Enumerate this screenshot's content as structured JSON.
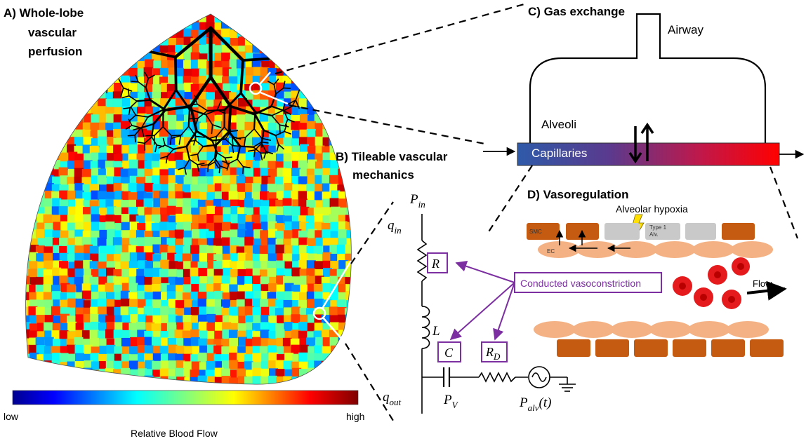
{
  "panel_a": {
    "title_line1": "A) Whole-lobe",
    "title_line2": "vascular",
    "title_line3": "perfusion"
  },
  "colorbar": {
    "low_label": "low",
    "high_label": "high",
    "caption": "Relative Blood Flow"
  },
  "panel_b": {
    "title_line1": "B) Tileable vascular",
    "title_line2": "mechanics",
    "p_in": "P",
    "p_in_sub": "in",
    "q_in": "q",
    "q_in_sub": "in",
    "q_out": "q",
    "q_out_sub": "out",
    "r_label": "R",
    "l_label": "L",
    "c_label": "C",
    "rd_label": "R",
    "rd_sub": "D",
    "pv_label": "P",
    "pv_sub": "V",
    "palv_label": "P",
    "palv_sub": "alv",
    "palv_arg": "(t)",
    "callout": "Conducted vasoconstriction"
  },
  "panel_c": {
    "title": "C) Gas exchange",
    "airway": "Airway",
    "alveoli": "Alveoli",
    "capillaries": "Capillaries"
  },
  "panel_d": {
    "title": "D) Vasoregulation",
    "hypoxia": "Alveolar hypoxia",
    "smc": "SMC",
    "ec": "EC",
    "type1_line1": "Type 1",
    "type1_line2": "Alv.",
    "flow": "Flow"
  },
  "colors": {
    "purple": "#7b2fa0",
    "smc_brown": "#c55a11",
    "ec_peach": "#f4b183",
    "alv_grey": "#c9c9c9",
    "rbc_red": "#e41a1c",
    "cap_blue": "#2e5aa8",
    "cap_red": "#ff0000"
  }
}
